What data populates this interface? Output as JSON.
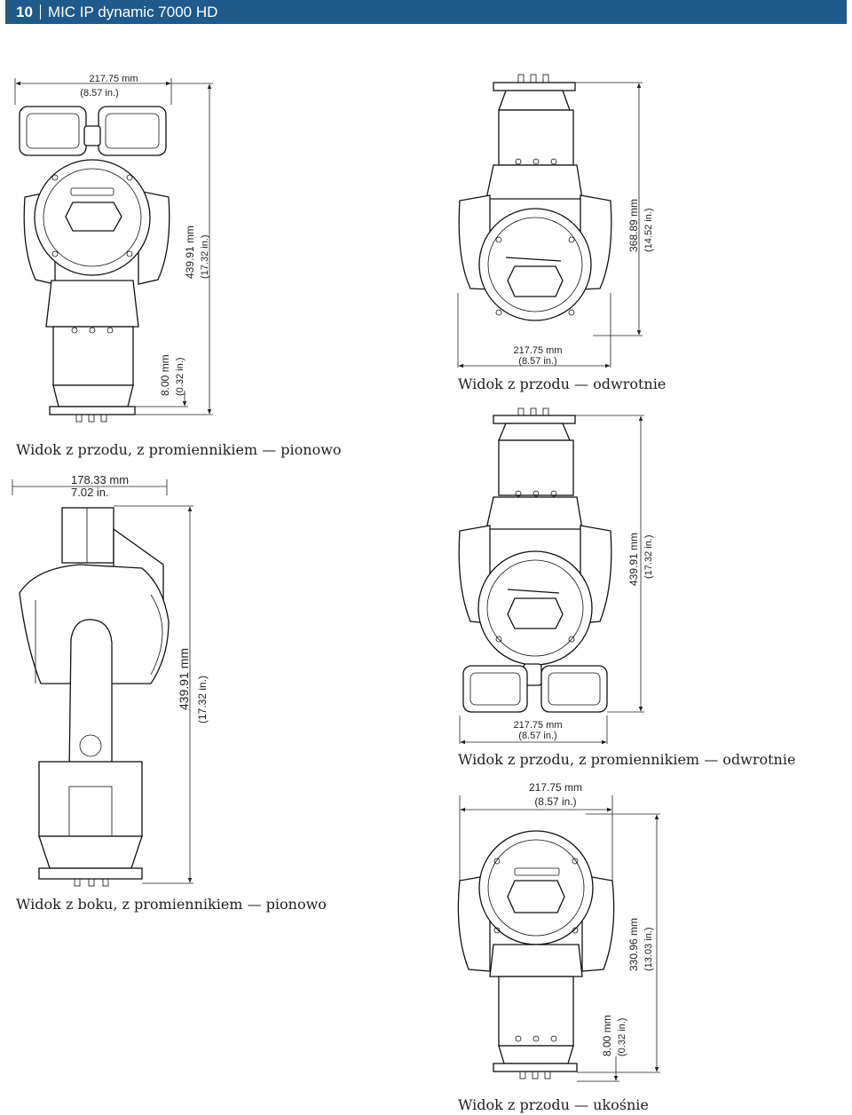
{
  "header": {
    "page_number": "10",
    "title": "MIC IP dynamic 7000 HD"
  },
  "views": {
    "v1": {
      "caption": "Widok z przodu, z promiennikiem — pionowo",
      "width_mm": "217.75 mm",
      "width_in": "(8.57 in.)",
      "height_mm": "439.91 mm",
      "height_in": "(17.32 in.)",
      "base_mm": "8.00 mm",
      "base_in": "(0.32 in.)"
    },
    "v2": {
      "caption": "Widok z przodu — odwrotnie",
      "width_mm": "217.75 mm",
      "width_in": "(8.57 in.)",
      "height_mm": "368.89 mm",
      "height_in": "(14.52 in.)"
    },
    "v3": {
      "caption": "Widok z boku, z promiennikiem — pionowo",
      "width_mm": "178.33 mm",
      "width_in": "7.02 in.",
      "height_mm": "439.91 mm",
      "height_in": "(17.32 in.)"
    },
    "v4": {
      "caption": "Widok z przodu, z promiennikiem — odwrotnie",
      "width_mm": "217.75 mm",
      "width_in": "(8.57 in.)",
      "height_mm": "439.91 mm",
      "height_in": "(17.32 in.)"
    },
    "v5": {
      "caption": "Widok z przodu — ukośnie",
      "width_mm": "217.75 mm",
      "width_in": "(8.57 in.)",
      "height_mm": "330.96 mm",
      "height_in": "(13.03 in.)",
      "base_mm": "8.00 mm",
      "base_in": "(0.32 in.)"
    }
  }
}
